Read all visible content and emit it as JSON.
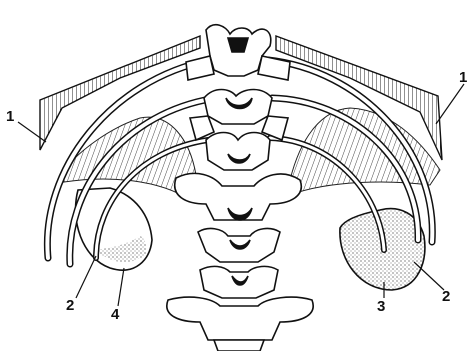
{
  "figure": {
    "labels": {
      "left_1": "1",
      "right_1": "1",
      "left_2": "2",
      "right_2": "2",
      "left_4": "4",
      "right_3": "3"
    },
    "colors": {
      "ink": "#111111",
      "bone_fill": "#ffffff",
      "shade": "#555555"
    }
  }
}
